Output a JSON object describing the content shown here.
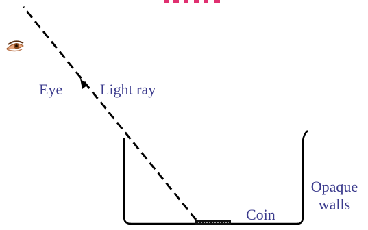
{
  "labels": {
    "eye": "Eye",
    "light_ray": "Light ray",
    "coin": "Coin",
    "opaque_walls_line1": "Opaque",
    "opaque_walls_line2": "walls"
  },
  "colors": {
    "label_text": "#3a3a8c",
    "line": "#000000",
    "coin": "#111111",
    "partial_text": "#e03070",
    "eye_skin": "#e8a57c",
    "eye_iris": "#8a4a1c"
  },
  "icons": {
    "eye": "eye-icon"
  }
}
